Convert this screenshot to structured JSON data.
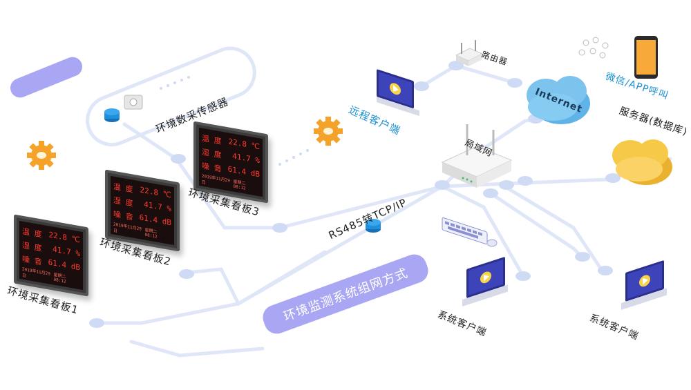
{
  "title": "环境监测系统组网方式",
  "sensor": {
    "label": "环境数采传感器"
  },
  "boards": [
    {
      "label": "环境采集看板1",
      "rows": [
        [
          "温 度",
          "22.8 ℃"
        ],
        [
          "湿 度",
          "41.7 %"
        ],
        [
          "噪 音",
          "61.4 dB"
        ]
      ],
      "foot_date": "2019年11月29日",
      "foot_time": "星期二 08:12"
    },
    {
      "label": "环境采集看板2",
      "rows": [
        [
          "温 度",
          "22.8 ℃"
        ],
        [
          "湿 度",
          "41.7 %"
        ],
        [
          "噪 音",
          "61.4 dB"
        ]
      ],
      "foot_date": "2019年11月29日",
      "foot_time": "星期二 08:12"
    },
    {
      "label": "环境采集看板3",
      "rows": [
        [
          "温 度",
          "22.8 ℃"
        ],
        [
          "湿 度",
          "41.7 %"
        ],
        [
          "噪 音",
          "61.4 dB"
        ]
      ],
      "foot_date": "2019年11月29日",
      "foot_time": "星期二 08:12"
    }
  ],
  "converter": {
    "label": "RS485转TCP/IP"
  },
  "router": {
    "label": "路由器"
  },
  "lan": {
    "label": "局域网"
  },
  "internet": {
    "label": "Internet"
  },
  "remote_client": {
    "label": "远程客户端"
  },
  "app_call": {
    "label": "微信/APP呼叫"
  },
  "server": {
    "label": "服务器(数据库)"
  },
  "clients": [
    {
      "label": "系统客户端"
    },
    {
      "label": "系统客户端"
    }
  ],
  "colors": {
    "line": "#dfe6f8",
    "node": "#cfdaf5",
    "pill": "#a9a7f4",
    "accent_blue": "#1a8fd0",
    "cloud_blue": "#7cc4ee",
    "cloud_yellow": "#f7c948",
    "gear": "#f4a22a"
  }
}
